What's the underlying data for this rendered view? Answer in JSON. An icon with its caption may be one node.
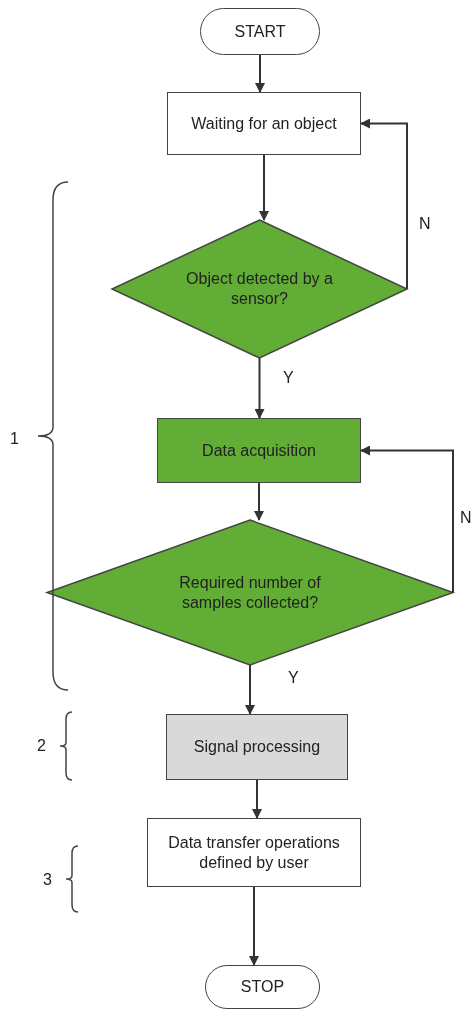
{
  "diagram": {
    "nodes": [
      {
        "text": [
          "START"
        ]
      },
      {
        "text": [
          "Waiting for an object"
        ]
      },
      {
        "text": [
          "Object detected by a sensor?"
        ]
      },
      {
        "text": [
          "Data acquisition"
        ]
      },
      {
        "text": [
          "Required number of samples collected?"
        ]
      },
      {
        "text": [
          "Signal processing"
        ]
      },
      {
        "text": [
          "Data transfer operations defined by user"
        ]
      },
      {
        "text": [
          "STOP"
        ]
      }
    ],
    "edges": [
      {
        "from": 0,
        "to": 1,
        "arrow": "to"
      },
      {
        "from": 1,
        "to": 2,
        "arrow": "to"
      },
      {
        "from": 2,
        "to": 3,
        "arrow": "to",
        "label": "Y"
      },
      {
        "from": 2,
        "to": 1,
        "arrow": "to",
        "label": "N"
      },
      {
        "from": 3,
        "to": 4,
        "arrow": "to"
      },
      {
        "from": 4,
        "to": 3,
        "arrow": "to",
        "label": "N"
      },
      {
        "from": 4,
        "to": 5,
        "arrow": "to",
        "label": "Y"
      },
      {
        "from": 5,
        "to": 6,
        "arrow": "to"
      },
      {
        "from": 6,
        "to": 7,
        "arrow": "to"
      }
    ],
    "labels": [
      "1",
      "2",
      "3"
    ]
  }
}
